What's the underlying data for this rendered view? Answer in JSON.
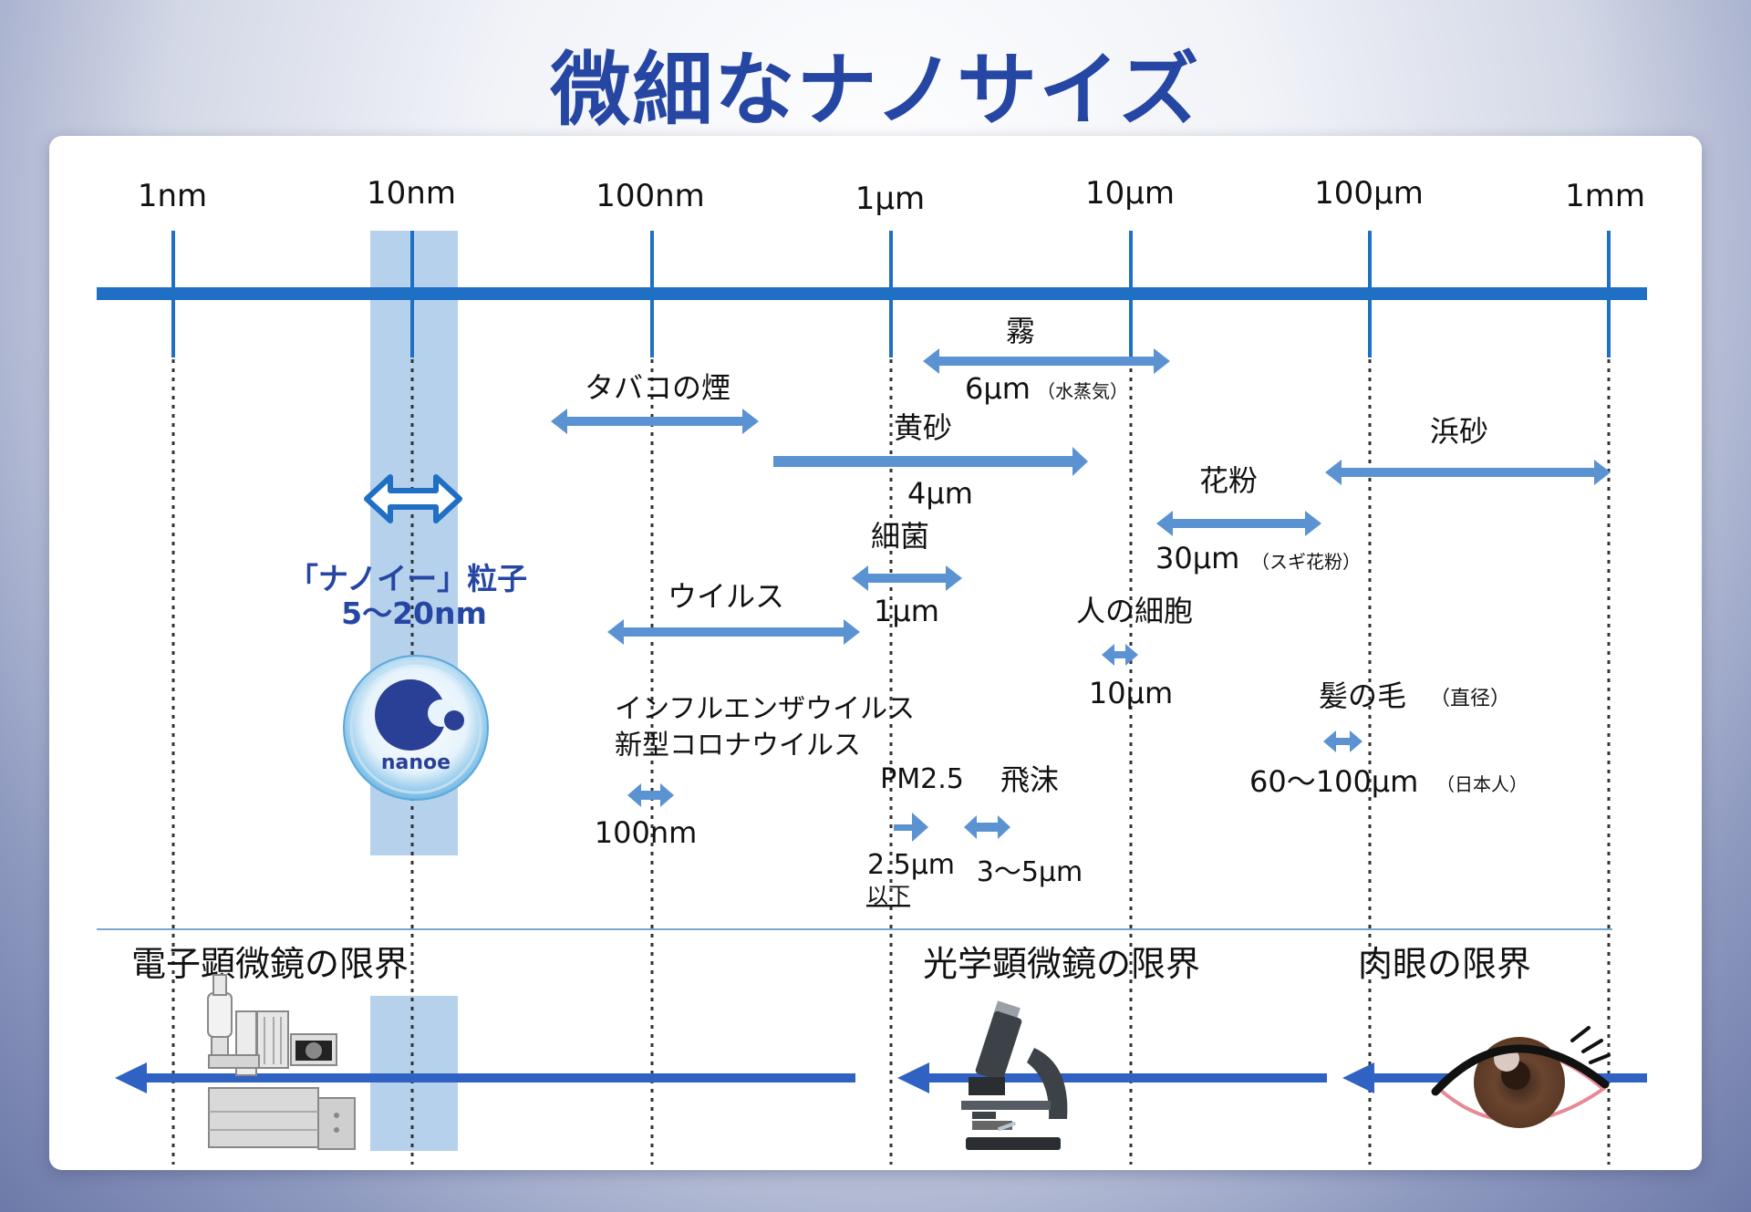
{
  "title": "微細なナノサイズ",
  "scale_ticks": [
    "1nm",
    "10nm",
    "100nm",
    "1μm",
    "10μm",
    "100μm",
    "1mm"
  ],
  "nanoe": {
    "label_line1": "「ナノイー」粒子",
    "label_line2": "5～20nm",
    "logo_text": "nanoe"
  },
  "items": {
    "fog": {
      "name": "霧",
      "size": "6μm",
      "note": "（水蒸気）"
    },
    "tobacco": {
      "name": "タバコの煙"
    },
    "yellow_sand": {
      "name": "黄砂",
      "size": "4μm"
    },
    "beach_sand": {
      "name": "浜砂"
    },
    "pollen": {
      "name": "花粉",
      "size": "30μm",
      "note": "（スギ花粉）"
    },
    "bacteria": {
      "name": "細菌",
      "size": "1μm"
    },
    "virus": {
      "name": "ウイルス"
    },
    "human_cell": {
      "name": "人の細胞",
      "size": "10μm"
    },
    "hair": {
      "name": "髪の毛",
      "note": "（直径）",
      "size": "60～100μm",
      "size_note": "（日本人）"
    },
    "flu": {
      "line1": "インフルエンザウイルス",
      "line2": "新型コロナウイルス",
      "size": "100nm"
    },
    "pm25": {
      "name": "PM2.5",
      "size": "2.5μm",
      "size_line2": "以下"
    },
    "droplet": {
      "name": "飛沫",
      "size": "3～5μm"
    }
  },
  "limits": {
    "electron": "電子顕微鏡の限界",
    "optical": "光学顕微鏡の限界",
    "naked_eye": "肉眼の限界"
  },
  "colors": {
    "title": "#2546a3",
    "axis": "#1f6fc5",
    "arrow": "#5b93d2",
    "nanoe_band": "#a9c9e9",
    "limit_arrow": "#2f62c2"
  }
}
